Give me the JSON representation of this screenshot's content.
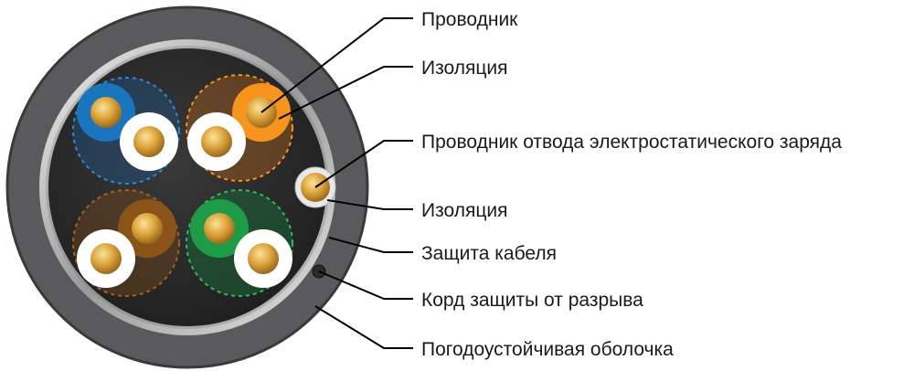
{
  "labels": [
    {
      "id": "conductor",
      "text": "Проводник"
    },
    {
      "id": "insulation-top",
      "text": "Изоляция"
    },
    {
      "id": "drain-wire",
      "text": "Проводник отвода электростатического заряда"
    },
    {
      "id": "insulation-drain",
      "text": "Изоляция"
    },
    {
      "id": "shield",
      "text": "Защита кабеля"
    },
    {
      "id": "ripcord",
      "text": "Корд защиты от разрыва"
    },
    {
      "id": "jacket",
      "text": "Погодоустойчивая оболочка"
    }
  ],
  "pairs": [
    {
      "name": "blue-pair",
      "color": "#1b75bc"
    },
    {
      "name": "orange-pair",
      "color": "#f7941d"
    },
    {
      "name": "brown-pair",
      "color": "#a0641e"
    },
    {
      "name": "green-pair",
      "color": "#1e9b46"
    }
  ],
  "colors": {
    "jacket": "#5e5e60",
    "core": "#2b2a2b",
    "copper": "#d9a23a",
    "shield": "#cfcfcf"
  }
}
